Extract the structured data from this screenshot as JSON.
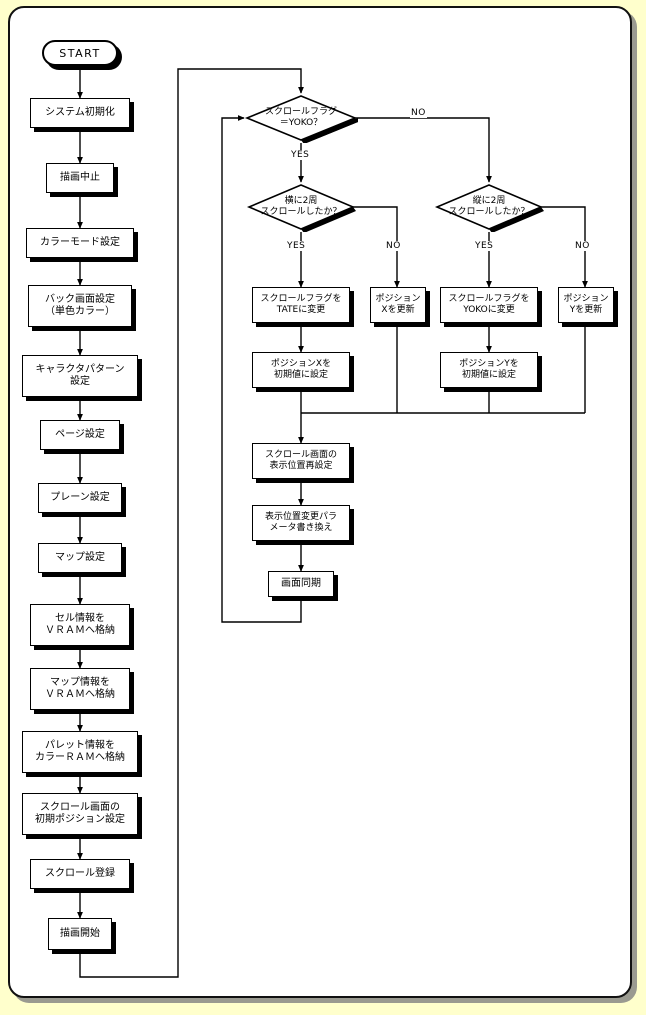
{
  "diagram": {
    "title": "",
    "canvas": {
      "background": "#ffffcc",
      "panel": "#ffffff",
      "stroke": "#000000",
      "shadow": "#000000"
    },
    "start": {
      "label": "START"
    },
    "init_column": [
      {
        "label": "システム初期化"
      },
      {
        "label": "描画中止"
      },
      {
        "label": "カラーモード設定"
      },
      {
        "label": "バック画面設定\n（単色カラー）"
      },
      {
        "label": "キャラクタパターン\n設定"
      },
      {
        "label": "ページ設定"
      },
      {
        "label": "プレーン設定"
      },
      {
        "label": "マップ設定"
      },
      {
        "label": "セル情報を\nＶＲＡＭへ格納"
      },
      {
        "label": "マップ情報を\nＶＲＡＭへ格納"
      },
      {
        "label": "パレット情報を\nカラーＲＡＭへ格納"
      },
      {
        "label": "スクロール画面の\n初期ポジション設定"
      },
      {
        "label": "スクロール登録"
      },
      {
        "label": "描画開始"
      }
    ],
    "decisions": [
      {
        "id": "flag",
        "label": "スクロールフラグ\n＝YOKO？",
        "yes": "YES",
        "no": "NO"
      },
      {
        "id": "yoko2",
        "label": "横に2周\nスクロールしたか？",
        "yes": "YES",
        "no": "NO"
      },
      {
        "id": "tate2",
        "label": "縦に2周\nスクロールしたか？",
        "yes": "YES",
        "no": "NO"
      }
    ],
    "branch_boxes": [
      {
        "id": "set-tate",
        "label": "スクロールフラグを\nTATEに変更"
      },
      {
        "id": "update-x",
        "label": "ポジション\nXを更新"
      },
      {
        "id": "set-yoko",
        "label": "スクロールフラグを\nYOKOに変更"
      },
      {
        "id": "update-y",
        "label": "ポジション\nYを更新"
      },
      {
        "id": "init-x",
        "label": "ポジションXを\n初期値に設定"
      },
      {
        "id": "init-y",
        "label": "ポジションYを\n初期値に設定"
      }
    ],
    "merge_boxes": [
      {
        "id": "redraw-pos",
        "label": "スクロール画面の\n表示位置再設定"
      },
      {
        "id": "rewrite-param",
        "label": "表示位置変更パラ\nメータ書き換え"
      },
      {
        "id": "vsync",
        "label": "画面同期"
      }
    ]
  }
}
